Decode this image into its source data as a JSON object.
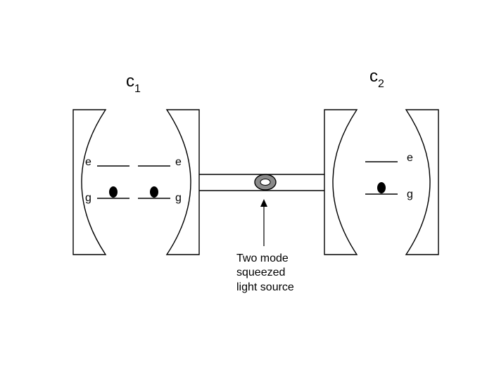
{
  "cavity1": {
    "label_main": "c",
    "label_sub": "1",
    "atoms": [
      {
        "excited": "e",
        "ground": "g"
      },
      {
        "excited": "e",
        "ground": "g"
      }
    ]
  },
  "cavity2": {
    "label_main": "c",
    "label_sub": "2",
    "atom": {
      "excited": "e",
      "ground": "g"
    }
  },
  "source": {
    "lines": [
      "Two mode",
      "squeezed",
      "light source"
    ]
  }
}
